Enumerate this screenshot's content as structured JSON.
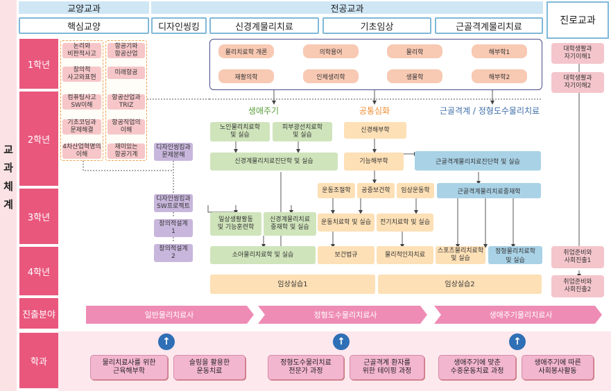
{
  "side_title": [
    "교",
    "과",
    "체",
    "계"
  ],
  "headers": {
    "liberal": "교양교과",
    "major": "전공교과",
    "career": "진로교과"
  },
  "subheaders": {
    "core": "핵심교양",
    "design": "디자인씽킹",
    "neuro": "신경계물리치료",
    "basic": "기초임상",
    "msk": "근골격계물리치료"
  },
  "years": [
    "1학년",
    "2학년",
    "3학년",
    "4학년",
    "진출분야",
    "학과"
  ],
  "core_left": [
    "논리와\n비판적사고",
    "창의적\n사고와표현",
    "컴퓨팅사고\nSW이해",
    "기초코딩과\n문제해결",
    "4차산업혁명의\n이해"
  ],
  "core_right": [
    "항공기와\n항공산업",
    "미래항공",
    "항공산업과\nTRIZ",
    "항공직업의\n이해",
    "재미있는\n항공기계"
  ],
  "design_items": [
    "디자인씽킹과\n문제분해",
    "디자인씽킹과\nSW프로젝트",
    "창의적설계\n1",
    "창의적설계\n2"
  ],
  "y1_courses": [
    "물리치료학 개론",
    "의학용어",
    "물리학",
    "해부학1",
    "재활의학",
    "인체생리학",
    "생물학",
    "해부학2"
  ],
  "tracks": {
    "lifecycle": "생애주기",
    "common": "공통심화",
    "msk": "근골격계 / 정형도수물리치료"
  },
  "green": [
    "노인물리치료학\n및 실습",
    "피부광선치료학\n및 실습",
    "신경계물리치료진단학 및 실습",
    "일상생활활동\n및 기능훈련학",
    "신경계물리치료\n중재학 및 실습",
    "소아물리치료학 및 실습"
  ],
  "orange": [
    "신경해부학",
    "기능해부학",
    "운동조절학",
    "공중보건학",
    "임상운동학",
    "운동치료학 및 실습",
    "전기치료학 및 실습",
    "보건법규",
    "물리적인자치료",
    "스포츠물리치료학\n및 실습",
    "임상실습1",
    "임상실습2"
  ],
  "blue": [
    "근골격계물리치료진단학 및 실습",
    "근골격계물리치료중재학",
    "정형물리치료학\n및 실습"
  ],
  "career_items": [
    "대학생활과\n자기이해1",
    "대학생활과\n자기이해2",
    "취업준비와\n사회진출1",
    "취업준비와\n사회진출2"
  ],
  "banners": [
    "일반물리치료사",
    "정형도수물리치료사",
    "생애주기물리치료사"
  ],
  "jobs": [
    "물리치료사를 위한\n근육해부학",
    "슬링을 활용한\n운동치료",
    "정형도수물리치료\n전문가 과정",
    "근골격계 환자를\n위한 테이핑 과정",
    "생애주기에 맞춘\n수중운동치료 과정",
    "생애주기에 따른\n사회봉사활동"
  ],
  "colors": {
    "year_pink": "#e9577d",
    "header_blue": "#cfe6f5",
    "track_green": "#5a9e3a",
    "track_orange": "#f08a2c",
    "track_blue": "#3e6ea8",
    "banner_pink": "#ee8cb5",
    "arrow_blue": "#2f6fb5"
  },
  "icons": [
    "up-arrow-icon"
  ]
}
